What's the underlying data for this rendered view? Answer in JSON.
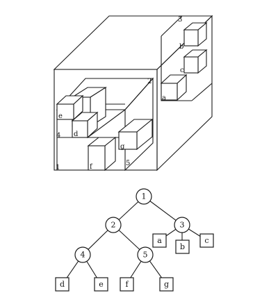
{
  "cube_labels": {
    "cube_1": "1",
    "cube_2": "2",
    "cube_3": "3",
    "cube_4": "4",
    "cube_5": "5",
    "obj_a": "a",
    "obj_b": "b",
    "obj_c": "c",
    "obj_d": "d",
    "obj_e": "e",
    "obj_f": "f",
    "obj_g": "g"
  },
  "tree": {
    "node_1": "1",
    "node_2": "2",
    "node_3": "3",
    "node_4": "4",
    "node_5": "5",
    "leaf_a": "a",
    "leaf_b": "b",
    "leaf_c": "c",
    "leaf_d": "d",
    "leaf_e": "e",
    "leaf_f": "f",
    "leaf_g": "g"
  }
}
